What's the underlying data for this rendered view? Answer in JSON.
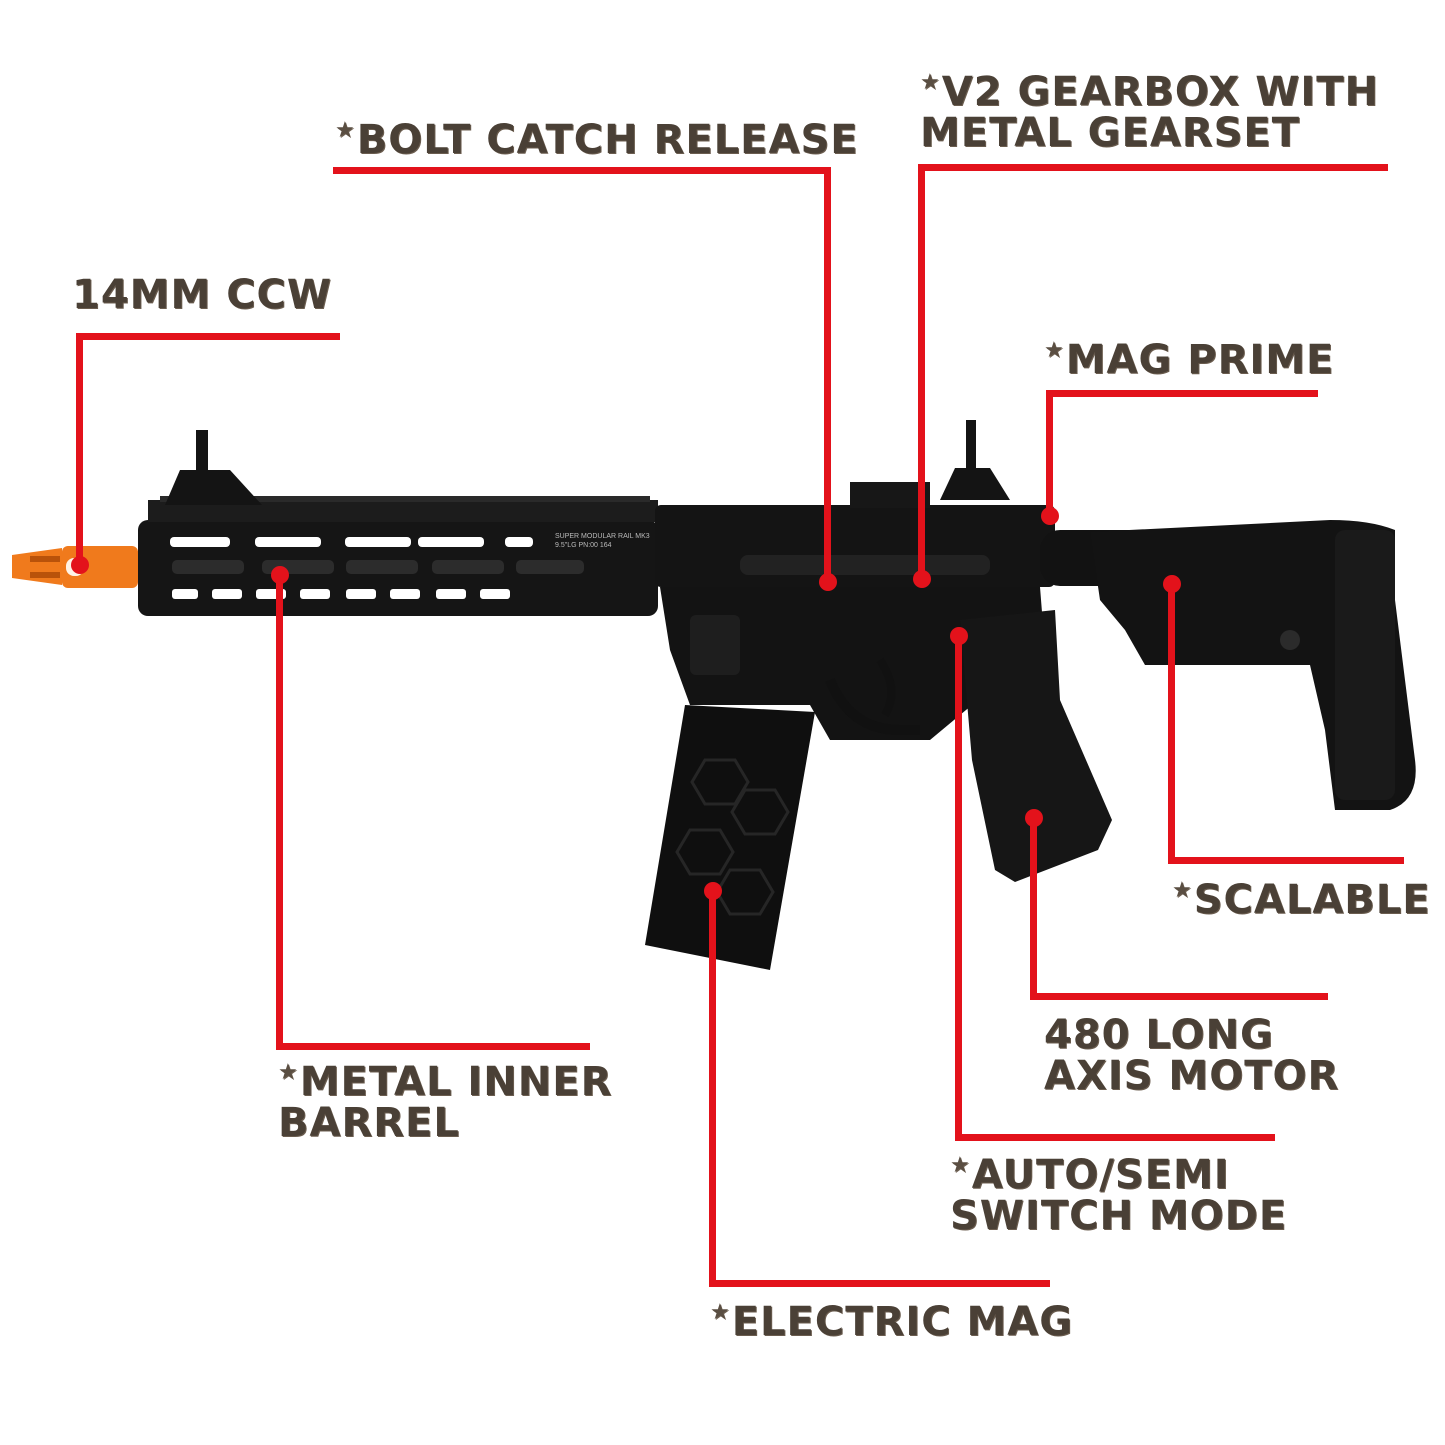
{
  "colors": {
    "leader_red": "#e3121b",
    "label_brown": "#4a4036",
    "body_black": "#111111",
    "tip_orange": "#f07a1c"
  },
  "callouts": {
    "ccw": {
      "lines": [
        "14MM CCW"
      ],
      "star": false
    },
    "bolt": {
      "lines": [
        "BOLT CATCH RELEASE"
      ],
      "star": true
    },
    "gearbox": {
      "lines": [
        "V2 GEARBOX WITH",
        "METAL GEARSET"
      ],
      "star": true
    },
    "mag_prime": {
      "lines": [
        "MAG PRIME"
      ],
      "star": true
    },
    "scalable": {
      "lines": [
        "SCALABLE"
      ],
      "star": true
    },
    "motor": {
      "lines": [
        "480 LONG",
        "AXIS MOTOR"
      ],
      "star": false
    },
    "switch": {
      "lines": [
        "AUTO/SEMI",
        "SWITCH MODE"
      ],
      "star": true
    },
    "barrel": {
      "lines": [
        "METAL INNER",
        "BARREL"
      ],
      "star": true
    },
    "elec_mag": {
      "lines": [
        "ELECTRIC MAG"
      ],
      "star": true
    }
  },
  "rail_marking": {
    "line1": "SUPER MODULAR RAIL MK3",
    "line2": "9.5\"LG  PN:00 164"
  }
}
